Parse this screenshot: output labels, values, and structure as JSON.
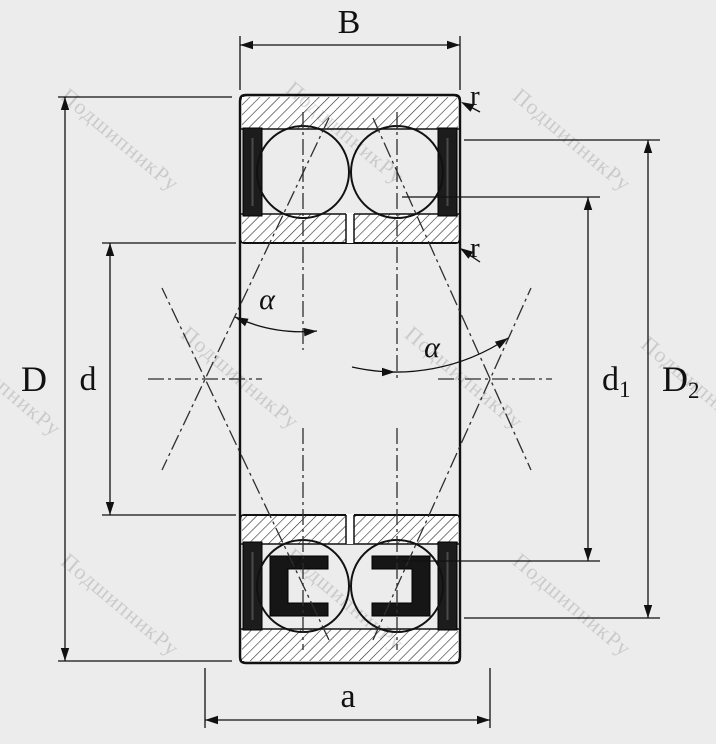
{
  "drawing": {
    "type": "double-row-angular-contact-bearing-cross-section",
    "labels": {
      "B": "B",
      "r_outer": "r",
      "r_inner": "r",
      "D": "D",
      "d": "d",
      "alpha_left": "α",
      "alpha_right": "α",
      "d1": {
        "base": "d",
        "sub": "1"
      },
      "D2": {
        "base": "D",
        "sub": "2"
      },
      "a": "a"
    },
    "watermark": {
      "text": "ПодшипникРу"
    },
    "colors": {
      "background": "#ececec",
      "line": "#111111",
      "seal": "#161616",
      "hatch": "#2b2b2b"
    }
  }
}
